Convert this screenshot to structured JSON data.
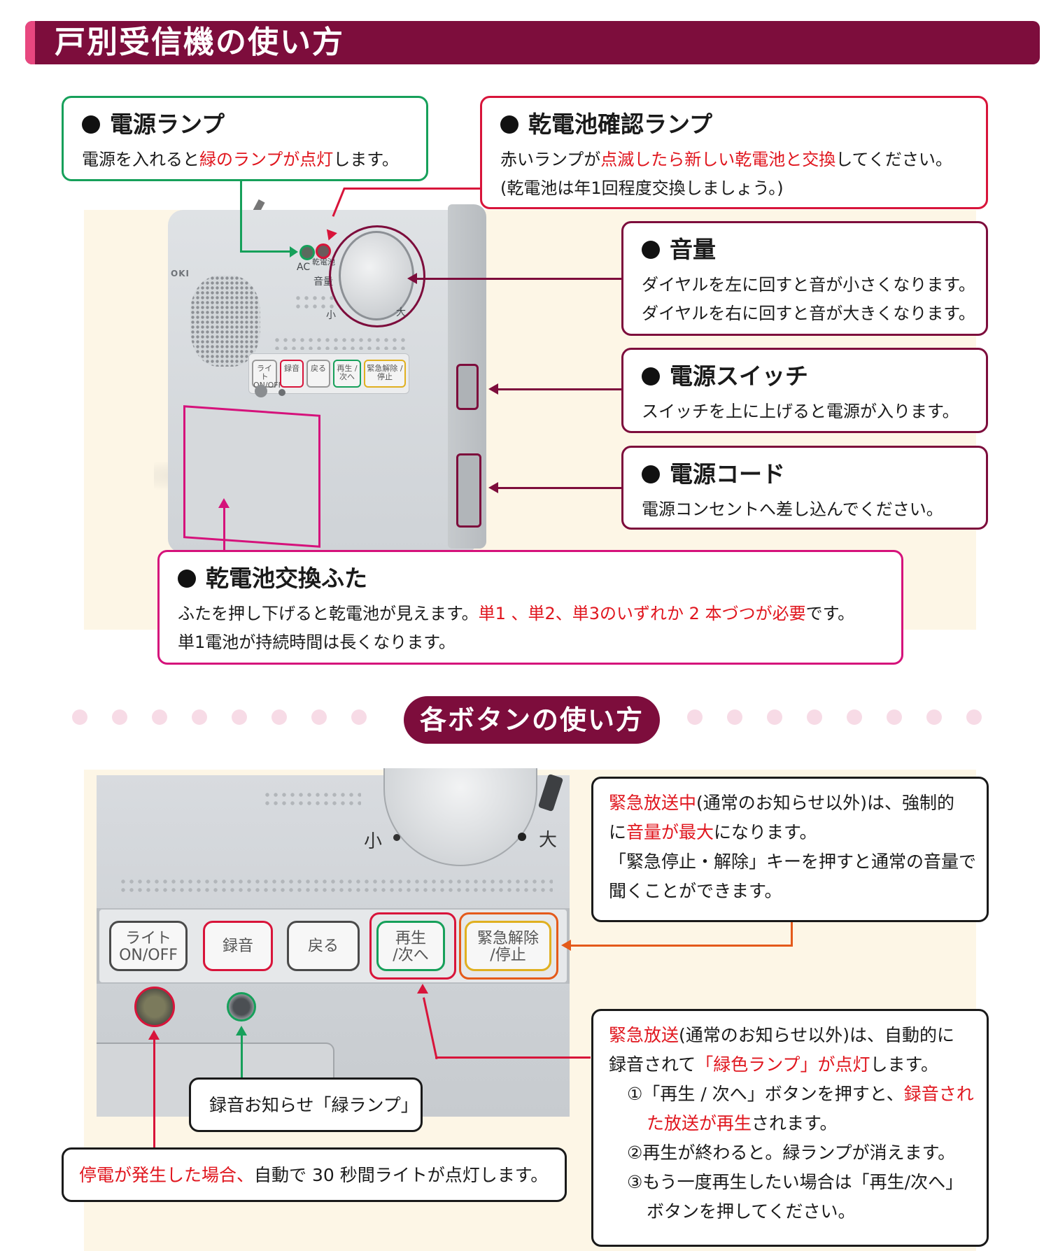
{
  "header": {
    "title": "戸別受信機の使い方"
  },
  "device": {
    "brand": "OKI",
    "label_ac": "AC",
    "label_battery": "乾電池",
    "label_volume": "音量",
    "label_small": "小",
    "label_large": "大",
    "buttons": [
      "ライト ON/OFF",
      "録音",
      "戻る",
      "再生 /次へ",
      "緊急解除 /停止"
    ]
  },
  "callouts": {
    "power_lamp": {
      "title": "電源ランプ",
      "line1_a": "電源を入れると",
      "line1_b": "緑のランプが点灯",
      "line1_c": "します。"
    },
    "battery_lamp": {
      "title": "乾電池確認ランプ",
      "line1_a": "赤いランプが",
      "line1_b": "点滅したら新しい乾電池と交換",
      "line1_c": "してください。",
      "line2": "(乾電池は年1回程度交換しましょう。)"
    },
    "volume": {
      "title": "音量",
      "line1": "ダイヤルを左に回すと音が小さくなります。",
      "line2": "ダイヤルを右に回すと音が大きくなります。"
    },
    "power_switch": {
      "title": "電源スイッチ",
      "line1": "スイッチを上に上げると電源が入ります。"
    },
    "power_cord": {
      "title": "電源コード",
      "line1": "電源コンセントへ差し込んでください。"
    },
    "battery_cover": {
      "title": "乾電池交換ふた",
      "line1_a": "ふたを押し下げると乾電池が見えます。",
      "line1_b": "単1 、単2、単3のいずれか 2 本づつが必要",
      "line1_c": "です。",
      "line2": "単1電池が持続時間は長くなります。"
    }
  },
  "section2": {
    "title": "各ボタンの使い方"
  },
  "closeup": {
    "label_small": "小",
    "label_large": "大",
    "buttons": {
      "light_1": "ライト",
      "light_2": "ON/OFF",
      "record": "録音",
      "back": "戻る",
      "play_1": "再生",
      "play_2": "/次へ",
      "emergency_1": "緊急解除",
      "emergency_2": "/停止"
    }
  },
  "notes": {
    "emergency_volume": {
      "l1_a": "緊急放送中",
      "l1_b": "(通常のお知らせ以外)は、強制的",
      "l2_a": "に",
      "l2_b": "音量が最大",
      "l2_c": "になります。",
      "l3": "「緊急停止・解除」キーを押すと通常の音量で",
      "l4": "聞くことができます。"
    },
    "record_lamp": {
      "text": "録音お知らせ「緑ランプ」"
    },
    "power_outage": {
      "a": "停電が発生した場合、",
      "b": "自動で 30 秒間ライトが点灯します。"
    },
    "emergency_record": {
      "l1_a": "緊急放送",
      "l1_b": "(通常のお知らせ以外)は、自動的に",
      "l2_a": "録音されて",
      "l2_b": "「緑色ランプ」が点灯",
      "l2_c": "します。",
      "l3_a": "①「再生 / 次へ」ボタンを押すと、",
      "l3_b": "録音され",
      "l4_a": "た放送が再生",
      "l4_b": "されます。",
      "l5": "②再生が終わると。緑ランプが消えます。",
      "l6": "③もう一度再生したい場合は「再生/次へ」",
      "l7": "ボタンを押してください。"
    }
  }
}
